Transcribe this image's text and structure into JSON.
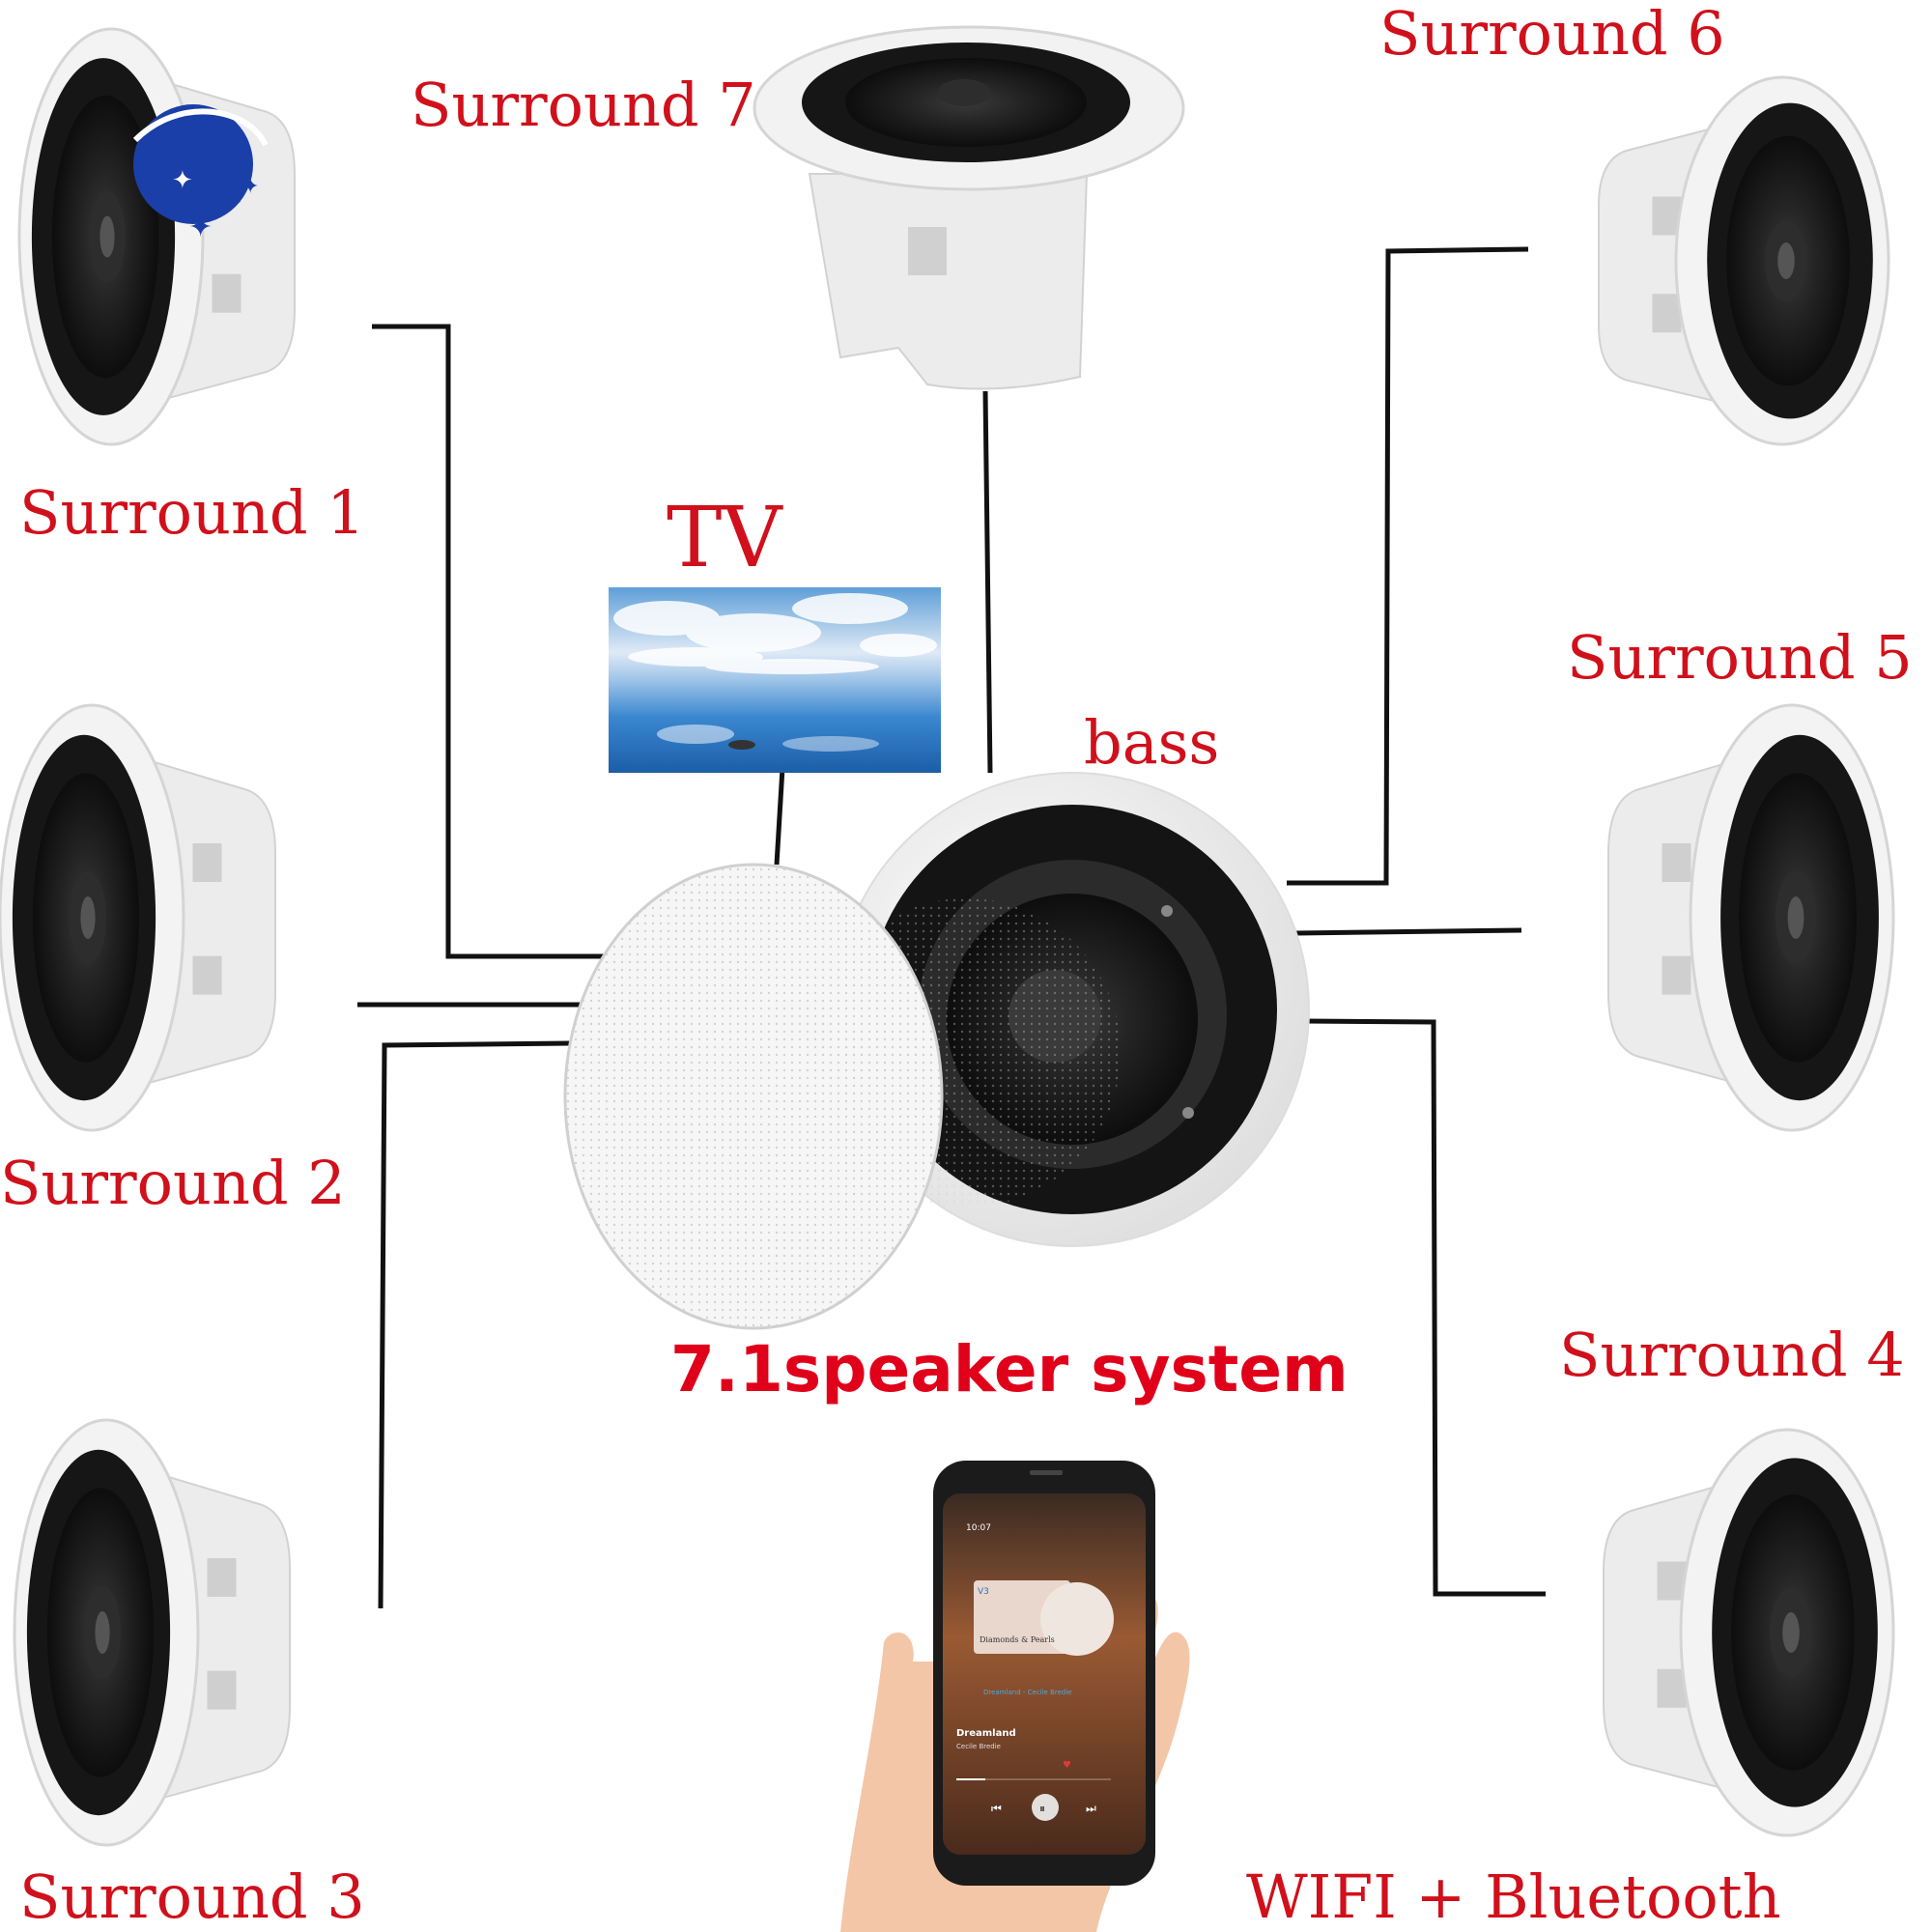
{
  "labels": {
    "surround_1": "Surround 1",
    "surround_2": "Surround 2",
    "surround_3": "Surround 3",
    "surround_4": "Surround 4",
    "surround_5": "Surround 5",
    "surround_6": "Surround 6",
    "surround_7": "Surround 7",
    "tv": "TV",
    "bass": "bass",
    "system_title": "7.1speaker system",
    "connectivity": "WIFI + Bluetooth"
  },
  "phone_screen": {
    "time": "10:07",
    "album_title": "Diamonds & Pearls",
    "album_badge": "V3",
    "song_title": "Dreamland",
    "artist": "Cecile Bredie",
    "lyric_line": "Dreamland - Cecile Bredie"
  },
  "colors": {
    "label_red": "#d0101b",
    "title_red": "#e0001a",
    "speaker_white": "#f2f2f2",
    "cone_black": "#1a1a1a",
    "wire": "#111111"
  },
  "icons": {
    "speaker": "ceiling-speaker-icon",
    "subwoofer": "subwoofer-icon",
    "tv": "tv-screen-icon",
    "phone": "smartphone-icon",
    "logo": "brand-logo-icon"
  }
}
